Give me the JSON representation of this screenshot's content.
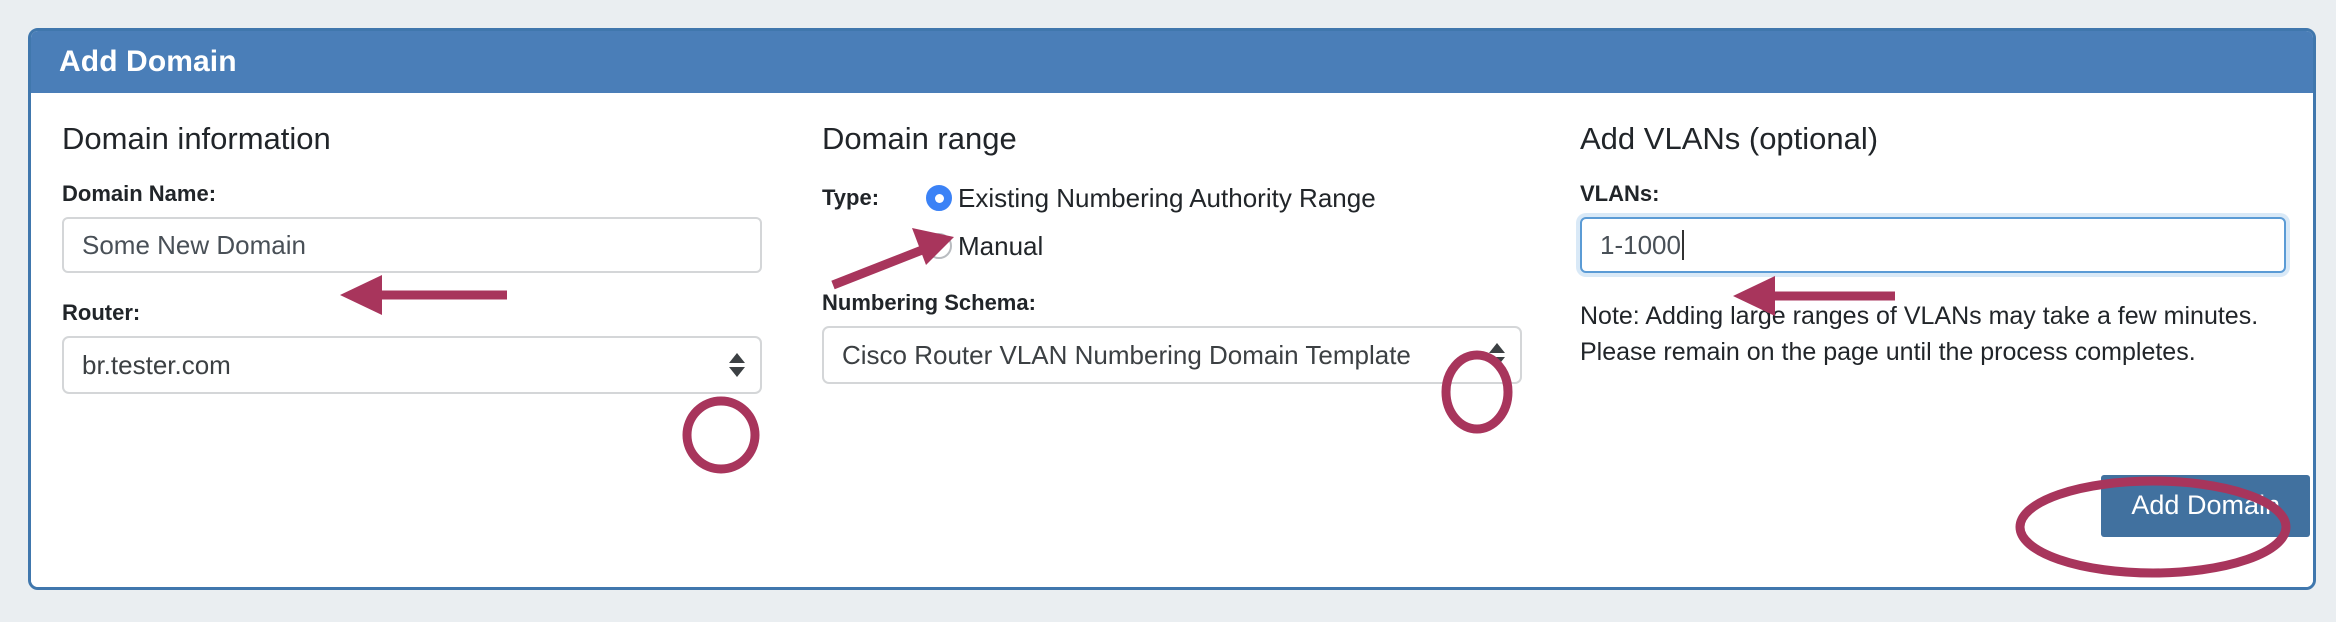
{
  "card": {
    "title": "Add Domain",
    "header_color": "#4a7eb8",
    "border_color": "#4077ad"
  },
  "page": {
    "background_color": "#eaeef1"
  },
  "columns": {
    "domain_information": {
      "heading": "Domain information",
      "domain_name": {
        "label": "Domain Name:",
        "value": "Some New Domain",
        "placeholder": "Domain Name"
      },
      "router": {
        "label": "Router:",
        "value": "br.tester.com",
        "stepper_icon": "select-stepper-icon"
      }
    },
    "domain_range": {
      "heading": "Domain range",
      "type": {
        "label": "Type:",
        "options": [
          {
            "label": "Existing Numbering Authority Range",
            "selected": true
          },
          {
            "label": "Manual",
            "selected": false
          }
        ],
        "selected_color": "#3b82f6"
      },
      "numbering_schema": {
        "label": "Numbering Schema:",
        "value": "Cisco Router VLAN Numbering Domain Template",
        "stepper_icon": "select-stepper-icon"
      }
    },
    "add_vlans": {
      "heading": "Add VLANs (optional)",
      "vlans": {
        "label": "VLANs:",
        "value": "1-1000",
        "placeholder": "VLANs",
        "focused": true,
        "focus_color": "#5b9bd5"
      },
      "note": "Note: Adding large ranges of VLANs may take a few minutes. Please remain on the page until the process completes.",
      "submit_button": {
        "label": "Add Domain",
        "color": "#41719f"
      }
    }
  },
  "annotations": {
    "color": "#a8355c",
    "items": [
      {
        "name": "arrow-to-domain-name-input",
        "type": "arrow"
      },
      {
        "name": "circle-on-router-select-stepper",
        "type": "circle"
      },
      {
        "name": "arrow-to-existing-range-radio",
        "type": "arrow"
      },
      {
        "name": "circle-on-numbering-schema-stepper",
        "type": "circle"
      },
      {
        "name": "arrow-to-vlans-input",
        "type": "arrow"
      },
      {
        "name": "ellipse-on-add-domain-button",
        "type": "ellipse"
      }
    ]
  }
}
